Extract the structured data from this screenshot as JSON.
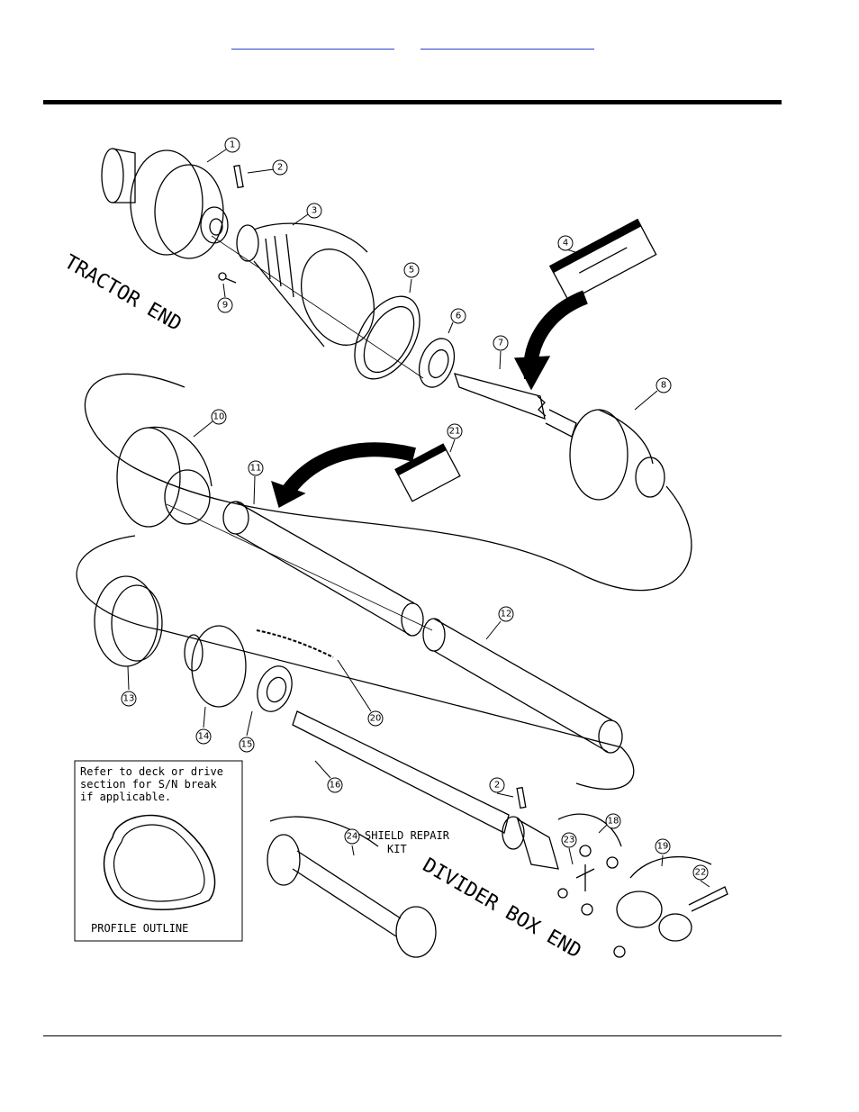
{
  "header": {
    "links": [
      {
        "label": ""
      },
      {
        "label": ""
      }
    ]
  },
  "diagram": {
    "end_labels": {
      "tractor_end": "TRACTOR END",
      "divider_box_end": "DIVIDER BOX END"
    },
    "callouts": [
      "1",
      "2",
      "3",
      "4",
      "5",
      "6",
      "7",
      "8",
      "9",
      "10",
      "11",
      "12",
      "13",
      "14",
      "15",
      "16",
      "2",
      "18",
      "19",
      "20",
      "21",
      "22",
      "23",
      "24"
    ],
    "kit_label_line1": "SHIELD REPAIR",
    "kit_label_line2": "KIT",
    "note_lines": [
      "Refer to deck or drive",
      "section for S/N break",
      "if applicable."
    ],
    "profile_label": "PROFILE OUTLINE"
  }
}
